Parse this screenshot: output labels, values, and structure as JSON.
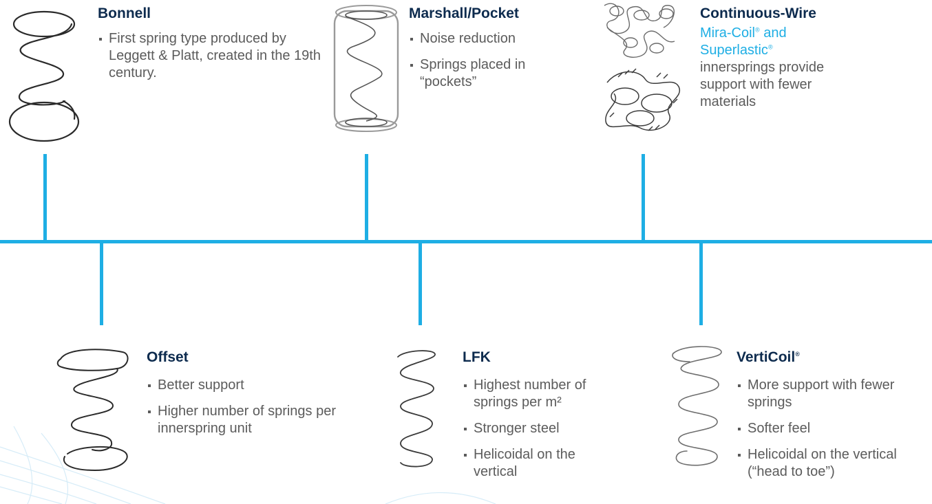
{
  "colors": {
    "accent": "#1eaee4",
    "title": "#0d2b4e",
    "text": "#5b5b5b"
  },
  "springs": [
    {
      "id": "bonnell",
      "title": "Bonnell",
      "bullets": [
        "First spring type produced by Leggett & Platt, created in the 19th century."
      ],
      "icon": "bonnell-spring-icon"
    },
    {
      "id": "marshall",
      "title": "Marshall/Pocket",
      "bullets": [
        "Noise reduction",
        "Springs placed in “pockets”"
      ],
      "icon": "pocket-spring-icon"
    },
    {
      "id": "continuous",
      "title": "Continuous-Wire",
      "brand_line1": "Mira-Coil",
      "brand_reg1": "®",
      "brand_and": " and",
      "brand_line2": "Superlastic",
      "brand_reg2": "®",
      "description": "innersprings provide support with fewer materials",
      "icon": "continuous-wire-spring-icon"
    },
    {
      "id": "offset",
      "title": "Offset",
      "bullets": [
        "Better support",
        "Higher number of springs per innerspring unit"
      ],
      "icon": "offset-spring-icon"
    },
    {
      "id": "lfk",
      "title": "LFK",
      "bullets": [
        "Highest number of springs per m²",
        "Stronger steel",
        "Helicoidal on the vertical"
      ],
      "icon": "lfk-spring-icon"
    },
    {
      "id": "verticoil",
      "title": "VertiCoil",
      "title_reg": "®",
      "bullets": [
        "More support with fewer springs",
        "Softer feel",
        "Helicoidal on the vertical (“head to toe”)"
      ],
      "icon": "verticoil-spring-icon"
    }
  ]
}
